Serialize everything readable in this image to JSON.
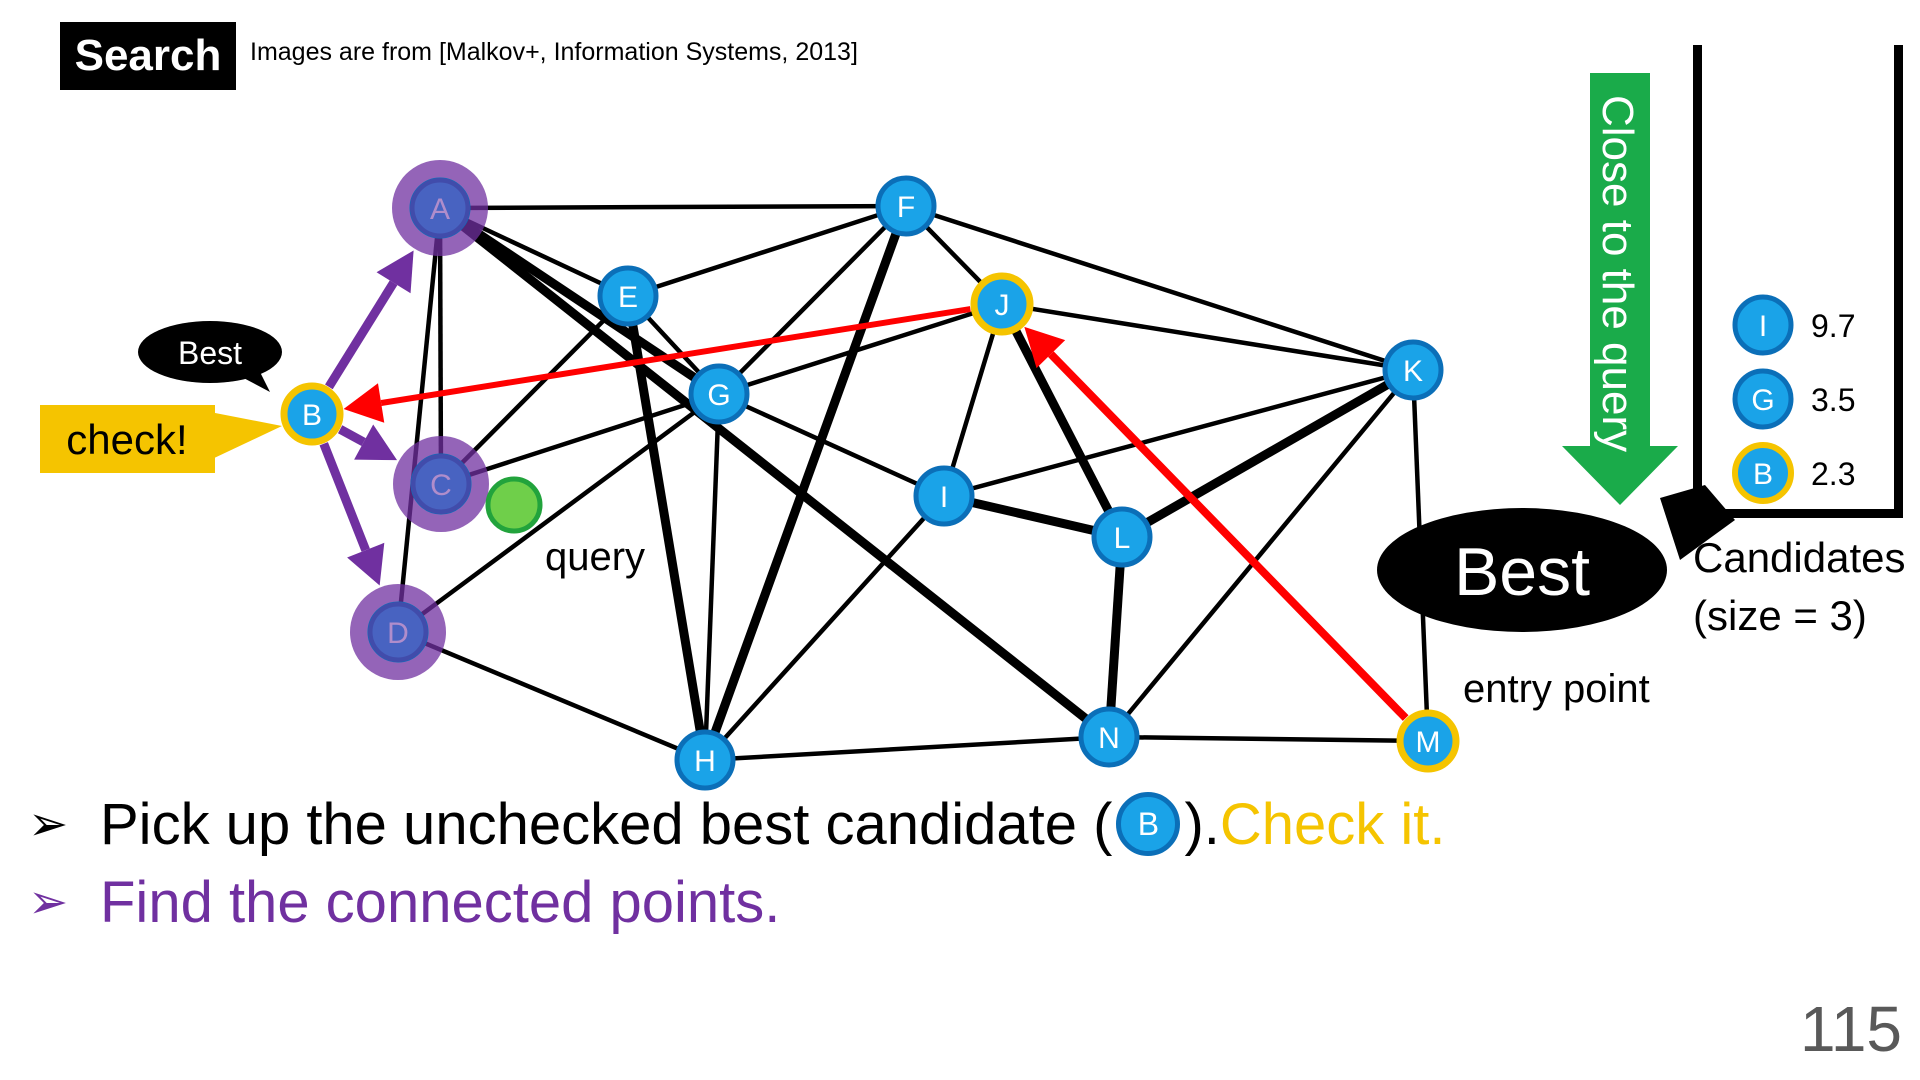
{
  "header": {
    "badge": "Search",
    "source_note": "Images are from [Malkov+, Information Systems, 2013]"
  },
  "graph": {
    "nodes": [
      {
        "id": "A",
        "label": "A",
        "state": "neighbor"
      },
      {
        "id": "B",
        "label": "B",
        "state": "checked"
      },
      {
        "id": "C",
        "label": "C",
        "state": "neighbor"
      },
      {
        "id": "D",
        "label": "D",
        "state": "neighbor"
      },
      {
        "id": "E",
        "label": "E",
        "state": "normal"
      },
      {
        "id": "F",
        "label": "F",
        "state": "normal"
      },
      {
        "id": "G",
        "label": "G",
        "state": "normal"
      },
      {
        "id": "H",
        "label": "H",
        "state": "normal"
      },
      {
        "id": "I",
        "label": "I",
        "state": "normal"
      },
      {
        "id": "J",
        "label": "J",
        "state": "visited"
      },
      {
        "id": "K",
        "label": "K",
        "state": "normal"
      },
      {
        "id": "L",
        "label": "L",
        "state": "normal"
      },
      {
        "id": "M",
        "label": "M",
        "state": "visited"
      },
      {
        "id": "N",
        "label": "N",
        "state": "normal"
      }
    ],
    "edges": [
      {
        "from": "A",
        "to": "F",
        "weight": "thin"
      },
      {
        "from": "A",
        "to": "C",
        "weight": "thin"
      },
      {
        "from": "A",
        "to": "D",
        "weight": "thin"
      },
      {
        "from": "A",
        "to": "E",
        "weight": "thin"
      },
      {
        "from": "A",
        "to": "G",
        "weight": "thick"
      },
      {
        "from": "A",
        "to": "N",
        "weight": "thick"
      },
      {
        "from": "E",
        "to": "F",
        "weight": "thin"
      },
      {
        "from": "E",
        "to": "C",
        "weight": "thin"
      },
      {
        "from": "E",
        "to": "G",
        "weight": "thin"
      },
      {
        "from": "E",
        "to": "H",
        "weight": "thick"
      },
      {
        "from": "F",
        "to": "G",
        "weight": "thin"
      },
      {
        "from": "F",
        "to": "J",
        "weight": "thin"
      },
      {
        "from": "F",
        "to": "K",
        "weight": "thin"
      },
      {
        "from": "F",
        "to": "H",
        "weight": "thick"
      },
      {
        "from": "G",
        "to": "C",
        "weight": "thin"
      },
      {
        "from": "G",
        "to": "J",
        "weight": "thin"
      },
      {
        "from": "G",
        "to": "I",
        "weight": "thin"
      },
      {
        "from": "G",
        "to": "H",
        "weight": "thin"
      },
      {
        "from": "G",
        "to": "D",
        "weight": "thin"
      },
      {
        "from": "D",
        "to": "H",
        "weight": "thin"
      },
      {
        "from": "H",
        "to": "N",
        "weight": "thin"
      },
      {
        "from": "H",
        "to": "I",
        "weight": "thin"
      },
      {
        "from": "J",
        "to": "K",
        "weight": "thin"
      },
      {
        "from": "J",
        "to": "I",
        "weight": "thin"
      },
      {
        "from": "J",
        "to": "L",
        "weight": "thick"
      },
      {
        "from": "I",
        "to": "K",
        "weight": "thin"
      },
      {
        "from": "I",
        "to": "L",
        "weight": "thick"
      },
      {
        "from": "L",
        "to": "K",
        "weight": "thick"
      },
      {
        "from": "L",
        "to": "N",
        "weight": "thick"
      },
      {
        "from": "K",
        "to": "N",
        "weight": "thin"
      },
      {
        "from": "K",
        "to": "M",
        "weight": "thin"
      },
      {
        "from": "N",
        "to": "M",
        "weight": "thin"
      }
    ],
    "query_label": "query",
    "entry_point_label": "entry point",
    "check_label": "check!",
    "best_small_label": "Best",
    "colors": {
      "node_fill": "#1aa3e8",
      "node_border": "#0b6fb8",
      "candidate_ring": "#f5c400",
      "neighbor_highlight": "#7030a0",
      "query_point": "#6fcf4a",
      "path_arrow": "#ff0000"
    }
  },
  "candidates": {
    "arrow_label": "Close to the query",
    "items": [
      {
        "node": "I",
        "distance": "9.7",
        "best": false
      },
      {
        "node": "G",
        "distance": "3.5",
        "best": false
      },
      {
        "node": "B",
        "distance": "2.3",
        "best": true
      }
    ],
    "title_line1": "Candidates",
    "title_line2": "(size = 3)",
    "best_label": "Best"
  },
  "bullets": [
    {
      "pre": "Pick up the unchecked best candidate (",
      "node": "B",
      "post": "). ",
      "highlight": "Check it."
    },
    {
      "text": "Find the connected points."
    }
  ],
  "page_number": "115"
}
